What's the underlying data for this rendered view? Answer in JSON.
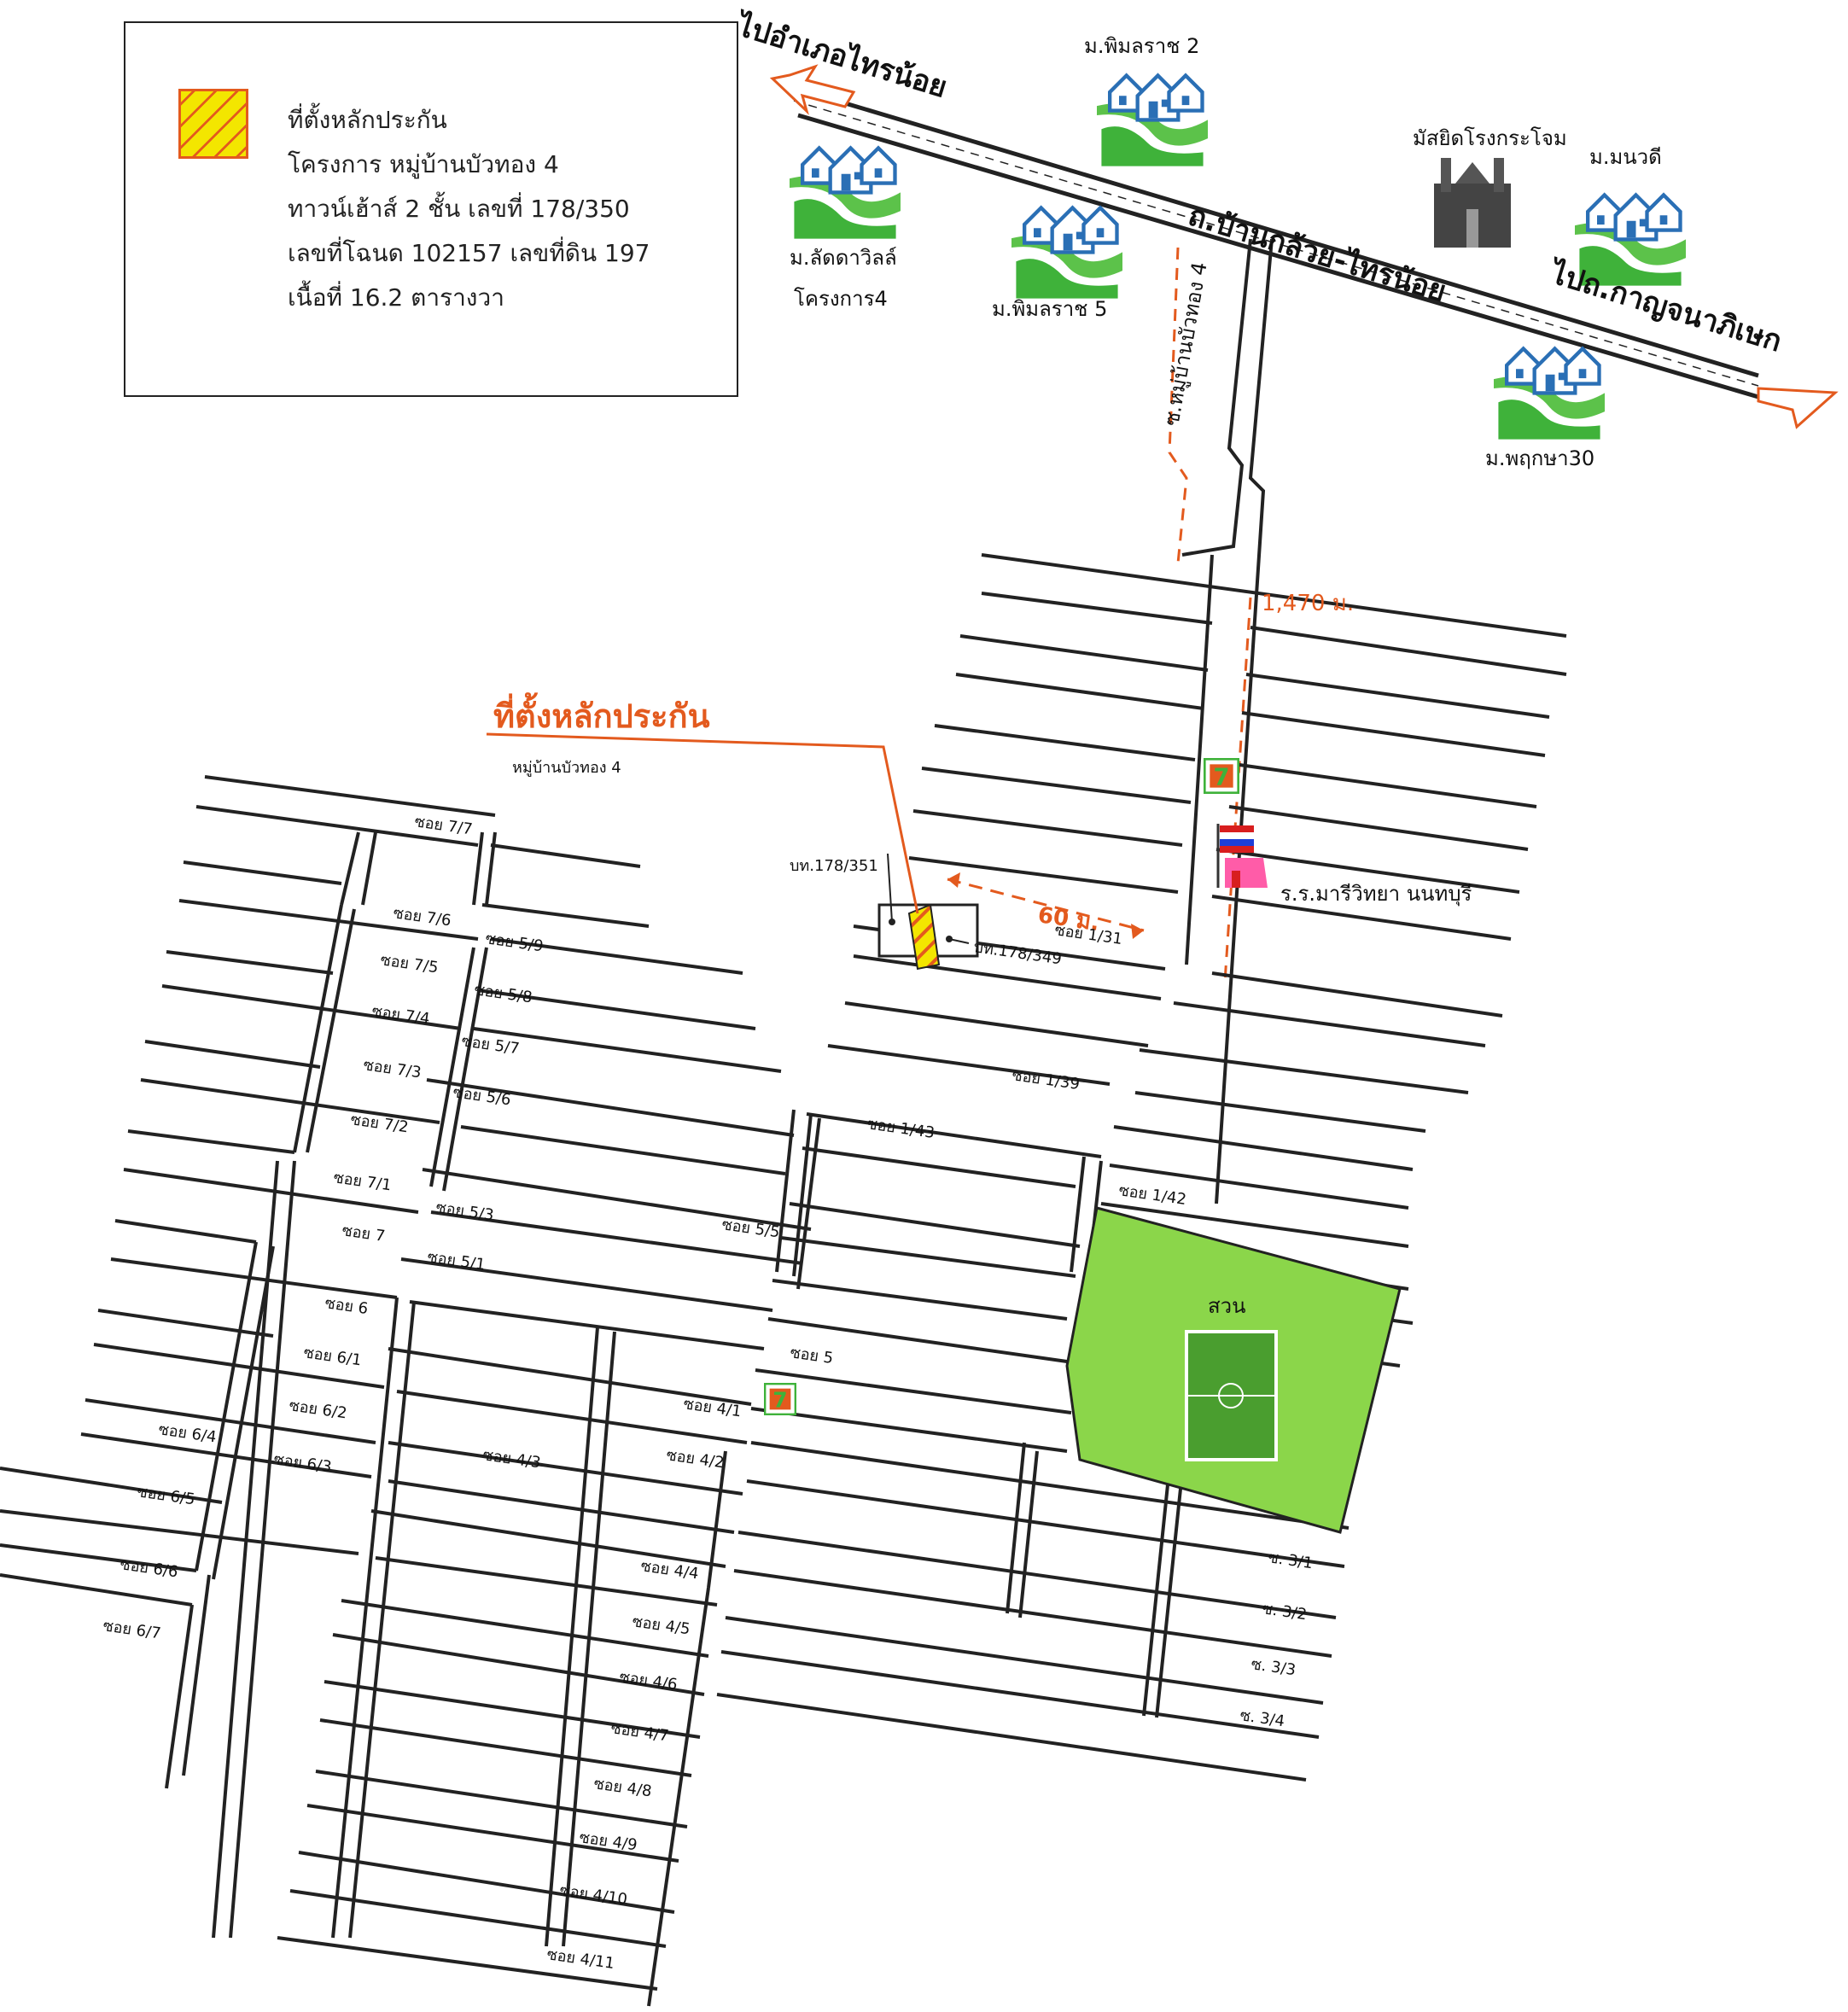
{
  "legend": {
    "title": "ที่ตั้งหลักประกัน",
    "project": "โครงการ  หมู่บ้านบัวทอง 4",
    "house": "ทาวน์เฮ้าส์ 2 ชั้น เลขที่ 178/350",
    "deed": "เลขที่โฉนด 102157 เลขที่ดิน 197",
    "area": "เนื้อที่ 16.2 ตารางวา"
  },
  "main_road": {
    "name": "ถ.บ้านกล้วย-ไทรน้อย",
    "to_left": "ไปอำเภอไทรน้อย",
    "to_right": "ไปถ.กาญจนาภิเษก"
  },
  "side_road": "ซ.หมู่บ้านบัวทอง 4",
  "villages": [
    {
      "name": "ม.พิมลราช 2"
    },
    {
      "name": "ม.ลัดดาวิลล์",
      "sub": "โครงการ4"
    },
    {
      "name": "ม.พิมลราช 5"
    },
    {
      "name": "ม.มนวดี"
    },
    {
      "name": "ม.พฤกษา30"
    }
  ],
  "mosque": "มัสยิดโรงกระโจม",
  "school": "ร.ร.มารีวิทยา นนทบุรี",
  "property_label": "ที่ตั้งหลักประกัน",
  "property_sub": "หมู่บ้านบัวทอง 4",
  "neighbor_left": "บท.178/351",
  "neighbor_right": "บท.178/349",
  "distance_long": "1,470 ม.",
  "distance_short": "60 ม.",
  "park": "สวน",
  "sois": {
    "s7_7": "ซอย 7/7",
    "s7_6": "ซอย 7/6",
    "s7_5": "ซอย 7/5",
    "s7_4": "ซอย 7/4",
    "s7_3": "ซอย 7/3",
    "s7_2": "ซอย 7/2",
    "s7_1": "ซอย 7/1",
    "s7": "ซอย 7",
    "s6": "ซอย 6",
    "s6_1": "ซอย 6/1",
    "s6_2": "ซอย 6/2",
    "s6_3": "ซอย 6/3",
    "s6_4": "ซอย 6/4",
    "s6_5": "ซอย 6/5",
    "s6_6": "ซอย 6/6",
    "s6_7": "ซอย 6/7",
    "s5_9": "ซอย 5/9",
    "s5_8": "ซอย 5/8",
    "s5_7": "ซอย 5/7",
    "s5_6": "ซอย 5/6",
    "s5_5": "ซอย 5/5",
    "s5_3": "ซอย 5/3",
    "s5_1": "ซอย 5/1",
    "s5": "ซอย 5",
    "s4_1": "ซอย 4/1",
    "s4_2": "ซอย 4/2",
    "s4_3": "ซอย 4/3",
    "s4_4": "ซอย 4/4",
    "s4_5": "ซอย 4/5",
    "s4_6": "ซอย 4/6",
    "s4_7": "ซอย 4/7",
    "s4_8": "ซอย 4/8",
    "s4_9": "ซอย 4/9",
    "s4_10": "ซอย 4/10",
    "s4_11": "ซอย 4/11",
    "s1_31": "ซอย 1/31",
    "s1_39": "ซอย 1/39",
    "s1_42": "ซอย 1/42",
    "s1_43": "ซอย 1/43",
    "s3_1": "ซ. 3/1",
    "s3_2": "ซ. 3/2",
    "s3_3": "ซ. 3/3",
    "s3_4": "ซ. 3/4"
  },
  "colors": {
    "accent": "#e35a1e",
    "park": "#8bd64a",
    "house_green": "#3fb23a",
    "house_blue": "#2a6fb5"
  }
}
